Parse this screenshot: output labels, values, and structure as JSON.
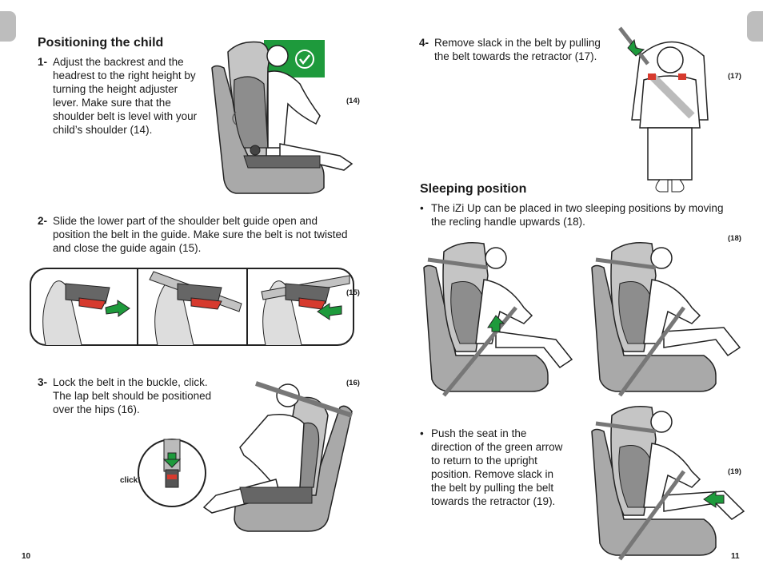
{
  "left_page": {
    "heading": "Positioning the child",
    "steps": [
      {
        "num": "1-",
        "text": "Adjust the backrest and the headrest to the right height by turning the height adjuster lever. Make sure that the shoulder belt is level with your child’s shoulder (14)."
      },
      {
        "num": "2-",
        "text": "Slide the lower part of the shoulder belt guide open and position the belt in the guide. Make sure the belt is not twisted and close the guide again (15)."
      },
      {
        "num": "3-",
        "text": "Lock the belt in the buckle, click. The lap belt should be positioned over the hips (16)."
      }
    ],
    "fig14": "(14)",
    "fig15": "(15)",
    "fig16": "(16)",
    "click_label": "click!",
    "page_number": "10"
  },
  "right_page": {
    "step4": {
      "num": "4-",
      "text": "Remove slack in the belt by pulling the belt towards the retractor (17)."
    },
    "fig17": "(17)",
    "heading": "Sleeping position",
    "bullet1": "The iZi Up can be placed in two sleeping positions by moving the recling handle upwards (18).",
    "fig18": "(18)",
    "bullet2": "Push the seat in the direction of the green arrow to return to the upright position. Remove slack in the belt by pulling the belt towards the retractor (19).",
    "fig19": "(19)",
    "bullet_char": "•",
    "page_number": "11"
  },
  "colors": {
    "accent_green": "#1e9a3c",
    "belt_red": "#d63a2e",
    "seat_gray": "#a9a9a9",
    "tab_gray": "#bdbdbd"
  }
}
